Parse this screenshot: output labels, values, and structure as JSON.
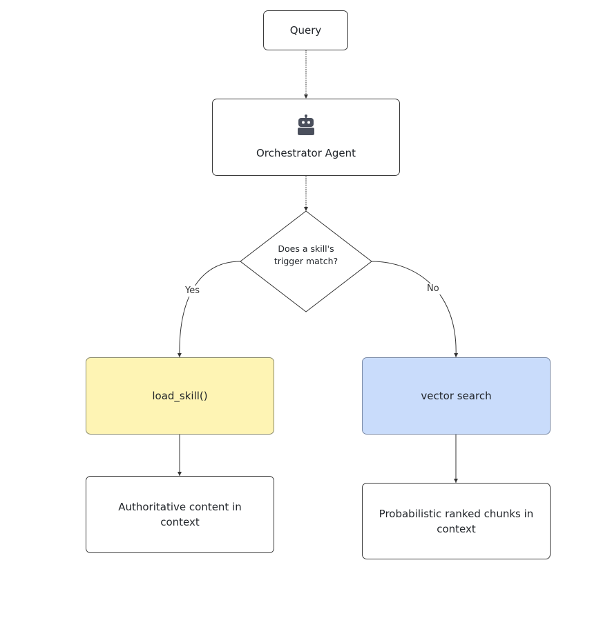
{
  "diagram": {
    "query": {
      "label": "Query"
    },
    "orchestrator": {
      "label": "Orchestrator Agent",
      "icon": "robot-icon"
    },
    "decision": {
      "label": "Does a skill's trigger match?"
    },
    "edges": {
      "yes": "Yes",
      "no": "No"
    },
    "load_skill": {
      "label": "load_skill()",
      "fill": "#fef4b4"
    },
    "vector_search": {
      "label": "vector search",
      "fill": "#c9dcfb"
    },
    "authoritative": {
      "label": "Authoritative content in context"
    },
    "probabilistic": {
      "label": "Probabilistic ranked chunks in context"
    }
  }
}
